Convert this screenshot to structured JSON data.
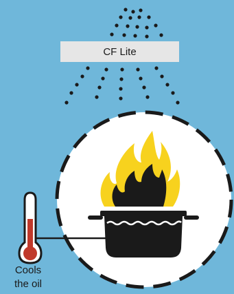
{
  "product_label": "CF Lite",
  "caption": {
    "line1": "Cools",
    "line2": "the oil"
  },
  "colors": {
    "background": "#6fb7da",
    "label_box": "#e6e6e6",
    "spray_dots": "#1a1a1a",
    "circle_fill": "#ffffff",
    "dashed_border": "#1a1a1a",
    "flame_outer": "#f7d21e",
    "flame_inner": "#1a1a1a",
    "pot": "#1a1a1a",
    "thermometer_fill": "#c0392b"
  },
  "icons": [
    "spray-pattern-icon",
    "fire-icon",
    "pot-icon",
    "thermometer-icon"
  ]
}
